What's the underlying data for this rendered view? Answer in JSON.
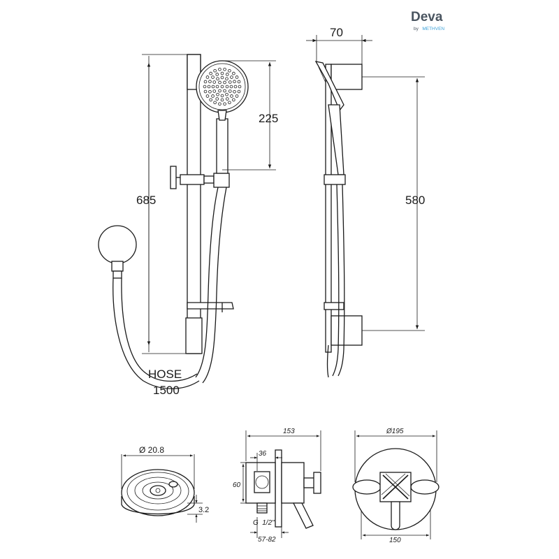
{
  "brand": {
    "name": "Deva",
    "sub_prefix": "by",
    "sub_name": "METHVEN"
  },
  "dimensions": {
    "rail_height": "685",
    "head_height": "225",
    "side_depth": "70",
    "bracket_spacing": "580",
    "hose_label": "HOSE",
    "hose_length": "1500",
    "outlet_diameter": "Ø 20.8",
    "outlet_depth": "3.2",
    "valve_width": "153",
    "valve_inset": "36",
    "valve_height": "60",
    "valve_thread": "G",
    "valve_thread_size": "1/2\"",
    "valve_depth_range": "57-82",
    "plate_diameter": "Ø195",
    "plate_width": "150"
  },
  "colors": {
    "line": "#1a1a1a",
    "brand_grey": "#4a5560",
    "brand_blue": "#3aa0d8"
  }
}
